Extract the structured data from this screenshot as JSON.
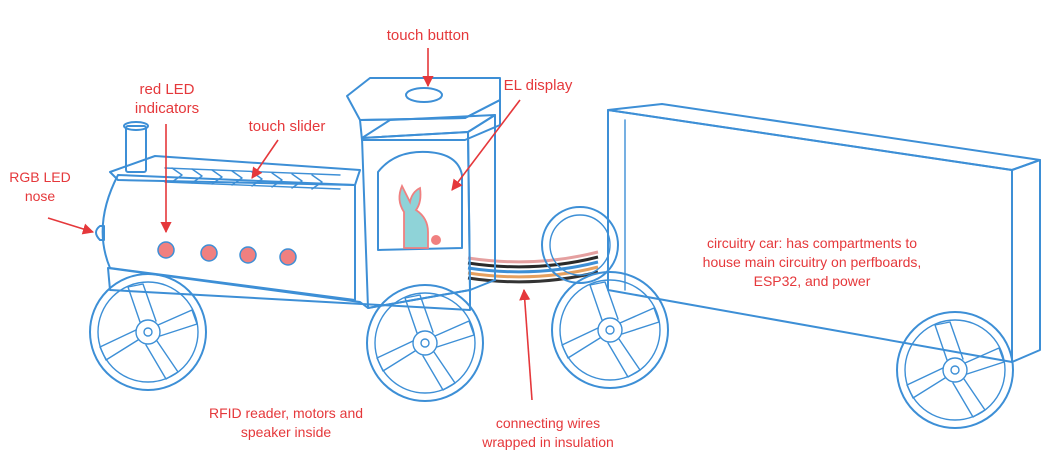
{
  "labels": {
    "touch_button": "touch button",
    "red_led_line1": "red LED",
    "red_led_line2": "indicators",
    "touch_slider": "touch slider",
    "el_display": "EL display",
    "rgb_line1": "RGB LED",
    "rgb_line2": "nose",
    "circuitry_line1": "circuitry car: has compartments to",
    "circuitry_line2": "house main circuitry on perfboards,",
    "circuitry_line3": "ESP32, and power",
    "rfid_line1": "RFID reader, motors and",
    "rfid_line2": "speaker inside",
    "wires_line1": "connecting wires",
    "wires_line2": "wrapped in insulation"
  },
  "colors": {
    "outline": "#3d8fd6",
    "annotation": "#e5383b",
    "led": "#f08080",
    "display_fill": "#8fd3d8",
    "display_outline": "#f08080"
  }
}
